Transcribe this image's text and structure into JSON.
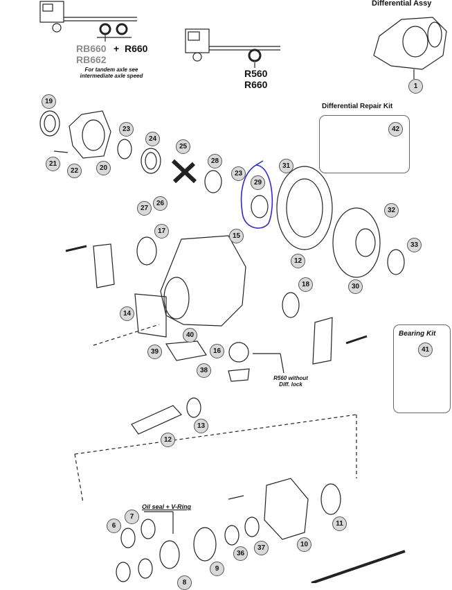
{
  "header": {
    "assy_title": "Differential Assy",
    "truck1_rb660": "RB660",
    "truck1_plus": "+",
    "truck1_r660": "R660",
    "truck1_rb662": "RB662",
    "tandem_note": "For tandem axle see intermediate axle speed",
    "truck2_r560": "R560",
    "truck2_r660": "R660"
  },
  "kits": {
    "repair_kit_title": "Differential Repair Kit",
    "bearing_kit_title": "Bearing Kit"
  },
  "notes": {
    "r560_line1": "R560 without",
    "r560_line2": "Diff. lock",
    "oil_seal": "Oil seal + V-Ring"
  },
  "callouts": [
    "1",
    "19",
    "23",
    "24",
    "25",
    "28",
    "23",
    "29",
    "31",
    "42",
    "20",
    "21",
    "22",
    "27",
    "26",
    "32",
    "17",
    "15",
    "33",
    "12",
    "30",
    "18",
    "14",
    "40",
    "39",
    "16",
    "38",
    "41",
    "13",
    "12",
    "6",
    "7",
    "36",
    "37",
    "10",
    "11",
    "9",
    "8"
  ],
  "highlight": {
    "label": "29",
    "color": "#2a2ad6"
  }
}
